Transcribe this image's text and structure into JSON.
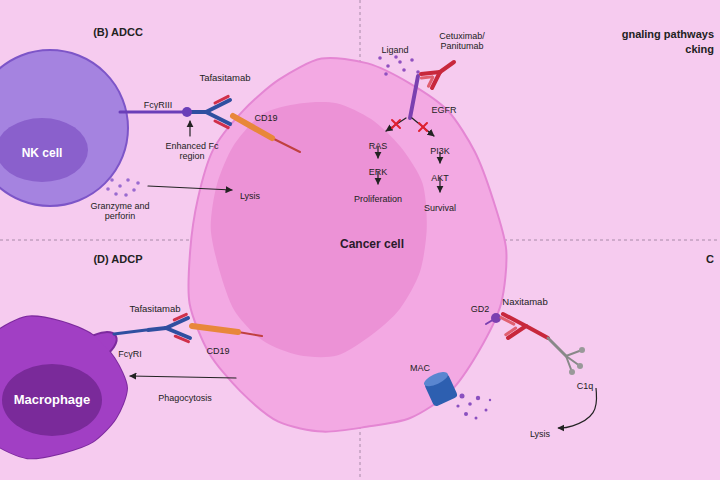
{
  "diagram": {
    "nodes": [
      {
        "text": [
          "NK cell"
        ]
      },
      {
        "text": [
          "Cancer cell"
        ]
      },
      {
        "text": [
          "Macrophage"
        ]
      }
    ],
    "labels": [
      "(B) ADCC",
      "Tafasitamab",
      "FcγRIII",
      "CD19",
      "Enhanced Fc region",
      "Granzyme and perforin",
      "Lysis",
      "Ligand",
      "Cetuximab/ Panitumab",
      "EGFR",
      "RAS",
      "ERK",
      "Proliferation",
      "PI3K",
      "AKT",
      "Survival",
      "gnaling pathways",
      "cking",
      "(D) ADCP",
      "Tafasitamab",
      "FcγRI",
      "CD19",
      "Phagocytosis",
      "Naxitamab",
      "GD2",
      "C1q",
      "MAC",
      "Lysis",
      "C"
    ]
  }
}
